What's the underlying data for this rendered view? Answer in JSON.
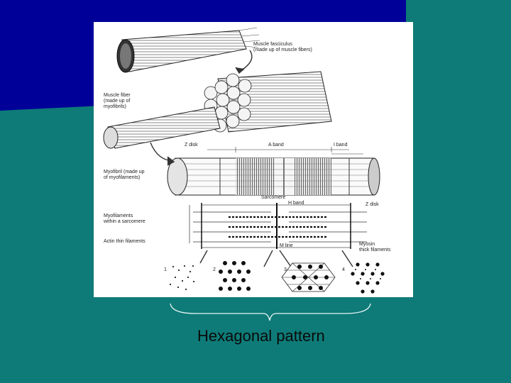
{
  "slide": {
    "background": "#0e7b78",
    "banner_color": "#000099",
    "caption": "Hexagonal pattern"
  },
  "diagram": {
    "labels": {
      "fasciculus": "Muscle fasciculus\n(made up of muscle fibers)",
      "fiber": "Muscle fiber\n(made up of\nmyofibrils)",
      "z_disk_top": "Z disk",
      "a_band": "A band",
      "i_band": "I band",
      "myofibril": "Myofibril (made up\nof myofilaments)",
      "sarcomere": "Sarcomere",
      "h_band": "H band",
      "z_disk_right": "Z disk",
      "myofilaments": "Myofilaments\nwithin a sarcomere",
      "actin": "Actin thin filaments",
      "m_line": "M line",
      "myosin": "Myosin\nthick filaments",
      "n1": "1",
      "n2": "2",
      "n3": "3",
      "n4": "4"
    }
  }
}
